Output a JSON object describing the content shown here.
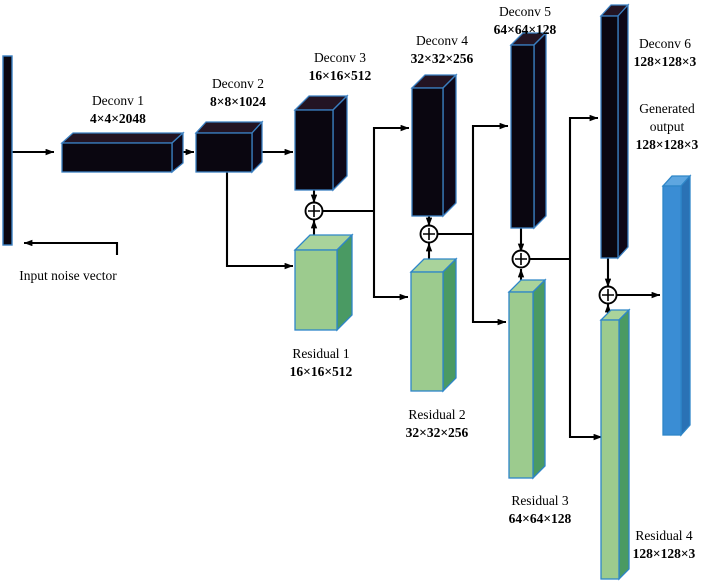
{
  "figure": {
    "title": "Generator network architecture diagram",
    "type": "neural-network-architecture"
  },
  "colors": {
    "deconv_front": "#0a0610",
    "deconv_top": "#231423",
    "deconv_side": "#0d0718",
    "deconv_stroke": "#3a7fc1",
    "residual_front": "#9ccb8e",
    "residual_top": "#a9d39b",
    "residual_side": "#4a9a63",
    "residual_stroke": "#2e86c8",
    "output_front": "#3a8dd4",
    "output_top": "#5ea6e0",
    "output_side": "#2a72b5",
    "output_stroke": "#2e86c8",
    "arrow": "#000000",
    "text": "#000000"
  },
  "input": {
    "name": "Input noise vector",
    "label": "Input noise vector"
  },
  "deconv_blocks": [
    {
      "id": "deconv1",
      "name": "Deconv 1",
      "shape": "4×4×2048"
    },
    {
      "id": "deconv2",
      "name": "Deconv 2",
      "shape": "8×8×1024"
    },
    {
      "id": "deconv3",
      "name": "Deconv 3",
      "shape": "16×16×512"
    },
    {
      "id": "deconv4",
      "name": "Deconv 4",
      "shape": "32×32×256"
    },
    {
      "id": "deconv5",
      "name": "Deconv 5",
      "shape": "64×64×128"
    },
    {
      "id": "deconv6",
      "name": "Deconv 6",
      "shape": "128×128×3"
    }
  ],
  "residual_blocks": [
    {
      "id": "residual1",
      "name": "Residual 1",
      "shape": "16×16×512"
    },
    {
      "id": "residual2",
      "name": "Residual 2",
      "shape": "32×32×256"
    },
    {
      "id": "residual3",
      "name": "Residual 3",
      "shape": "64×64×128"
    },
    {
      "id": "residual4",
      "name": "Residual 4",
      "shape": "128×128×3"
    }
  ],
  "output": {
    "name_line1": "Generated",
    "name_line2": "output",
    "shape": "128×128×3"
  },
  "adders": [
    {
      "id": "add1",
      "symbol": "⊕",
      "inputs": [
        "deconv3",
        "residual1"
      ]
    },
    {
      "id": "add2",
      "symbol": "⊕",
      "inputs": [
        "deconv4",
        "residual2"
      ]
    },
    {
      "id": "add3",
      "symbol": "⊕",
      "inputs": [
        "deconv5",
        "residual3"
      ]
    },
    {
      "id": "add4",
      "symbol": "⊕",
      "inputs": [
        "deconv6",
        "residual4"
      ]
    }
  ],
  "chart_data": {
    "type": "diagram",
    "title": "Generator network architecture",
    "nodes": [
      {
        "id": "input",
        "label": "Input noise vector",
        "shape": "",
        "kind": "input"
      },
      {
        "id": "deconv1",
        "label": "Deconv 1",
        "shape": "4×4×2048",
        "kind": "deconv"
      },
      {
        "id": "deconv2",
        "label": "Deconv 2",
        "shape": "8×8×1024",
        "kind": "deconv"
      },
      {
        "id": "deconv3",
        "label": "Deconv 3",
        "shape": "16×16×512",
        "kind": "deconv"
      },
      {
        "id": "deconv4",
        "label": "Deconv 4",
        "shape": "32×32×256",
        "kind": "deconv"
      },
      {
        "id": "deconv5",
        "label": "Deconv 5",
        "shape": "64×64×128",
        "kind": "deconv"
      },
      {
        "id": "deconv6",
        "label": "Deconv 6",
        "shape": "128×128×3",
        "kind": "deconv"
      },
      {
        "id": "residual1",
        "label": "Residual 1",
        "shape": "16×16×512",
        "kind": "residual"
      },
      {
        "id": "residual2",
        "label": "Residual 2",
        "shape": "32×32×256",
        "kind": "residual"
      },
      {
        "id": "residual3",
        "label": "Residual 3",
        "shape": "64×64×128",
        "kind": "residual"
      },
      {
        "id": "residual4",
        "label": "Residual 4",
        "shape": "128×128×3",
        "kind": "residual"
      },
      {
        "id": "output",
        "label": "Generated output",
        "shape": "128×128×3",
        "kind": "output"
      }
    ],
    "edges": [
      {
        "from": "input",
        "to": "deconv1"
      },
      {
        "from": "deconv1",
        "to": "deconv2"
      },
      {
        "from": "deconv2",
        "to": "deconv3"
      },
      {
        "from": "deconv2",
        "to": "residual1"
      },
      {
        "from": "deconv3",
        "to": "add1"
      },
      {
        "from": "residual1",
        "to": "add1"
      },
      {
        "from": "add1",
        "to": "deconv4"
      },
      {
        "from": "add1",
        "to": "residual2"
      },
      {
        "from": "deconv4",
        "to": "add2"
      },
      {
        "from": "residual2",
        "to": "add2"
      },
      {
        "from": "add2",
        "to": "deconv5"
      },
      {
        "from": "add2",
        "to": "residual3"
      },
      {
        "from": "deconv5",
        "to": "add3"
      },
      {
        "from": "residual3",
        "to": "add3"
      },
      {
        "from": "add3",
        "to": "deconv6"
      },
      {
        "from": "add3",
        "to": "residual4"
      },
      {
        "from": "deconv6",
        "to": "add4"
      },
      {
        "from": "residual4",
        "to": "add4"
      },
      {
        "from": "add4",
        "to": "output"
      }
    ]
  }
}
